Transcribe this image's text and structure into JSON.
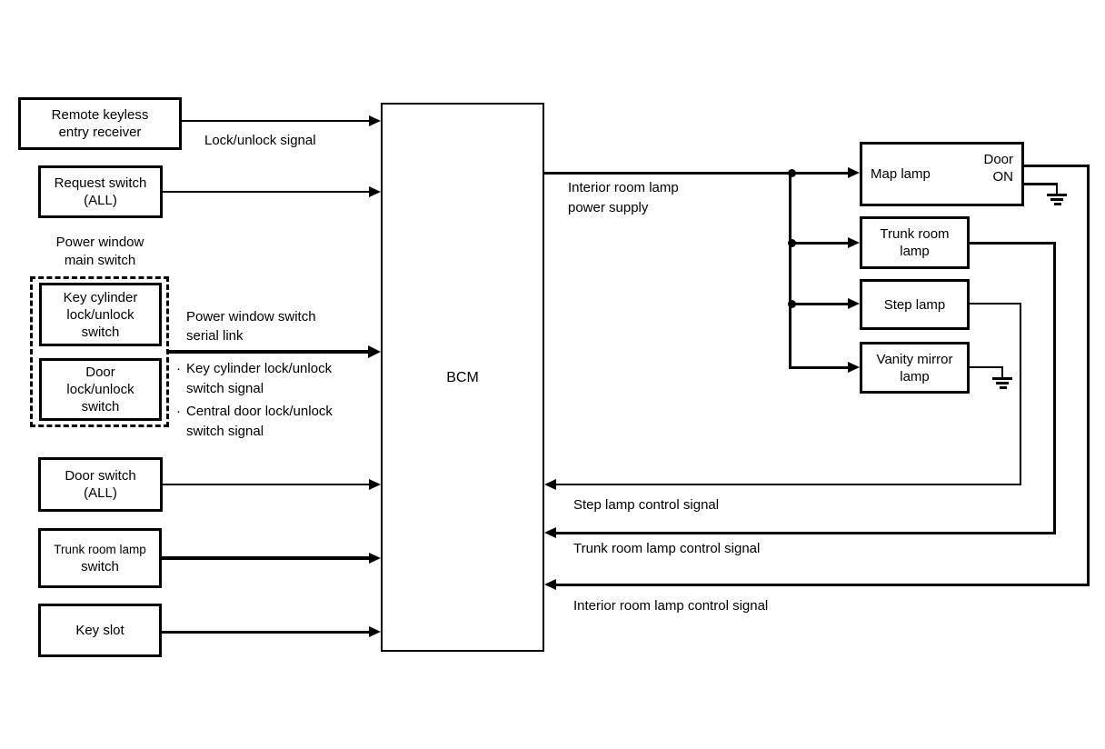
{
  "diagram": {
    "bcm_label": "BCM",
    "left_nodes": {
      "remote_keyless": "Remote keyless\nentry receiver",
      "request_switch": "Request switch\n(ALL)",
      "pw_main_switch_caption": "Power window\nmain switch",
      "key_cylinder": "Key cylinder\nlock/unlock\nswitch",
      "door_lock": "Door\nlock/unlock\nswitch",
      "door_switch": "Door switch\n(ALL)",
      "trunk_switch_line1": "Trunk room lamp",
      "trunk_switch_line2": "switch",
      "key_slot": "Key slot"
    },
    "right_nodes": {
      "map_lamp": "Map lamp",
      "door_on": "Door\nON",
      "trunk_lamp": "Trunk room\nlamp",
      "step_lamp": "Step lamp",
      "vanity_lamp": "Vanity mirror\nlamp"
    },
    "signals": {
      "bullet": "·",
      "lock_unlock": "Lock/unlock signal",
      "serial_link": "Power window switch\nserial link",
      "key_cylinder_signal": "Key cylinder lock/unlock\nswitch signal",
      "central_door_signal": "Central door lock/unlock\nswitch signal",
      "power_supply": "Interior room lamp\npower supply",
      "step_ctrl": "Step lamp control signal",
      "trunk_ctrl": "Trunk room lamp control signal",
      "interior_ctrl": "Interior room lamp control signal"
    },
    "colors": {
      "line": "#000000",
      "background": "#ffffff"
    },
    "connections": [
      {
        "from": "Remote keyless entry receiver",
        "to": "BCM",
        "label": "Lock/unlock signal"
      },
      {
        "from": "Request switch (ALL)",
        "to": "BCM",
        "label": ""
      },
      {
        "from": "Power window main switch (Key cylinder lock/unlock switch, Door lock/unlock switch)",
        "to": "BCM",
        "label": "Power window switch serial link: Key cylinder lock/unlock switch signal, Central door lock/unlock switch signal"
      },
      {
        "from": "Door switch (ALL)",
        "to": "BCM",
        "label": ""
      },
      {
        "from": "Trunk room lamp switch",
        "to": "BCM",
        "label": ""
      },
      {
        "from": "Key slot",
        "to": "BCM",
        "label": ""
      },
      {
        "from": "BCM",
        "to": "Map lamp; Trunk room lamp; Step lamp; Vanity mirror lamp",
        "label": "Interior room lamp power supply"
      },
      {
        "from": "Step lamp",
        "to": "BCM",
        "label": "Step lamp control signal"
      },
      {
        "from": "Trunk room lamp",
        "to": "BCM",
        "label": "Trunk room lamp control signal"
      },
      {
        "from": "Map lamp (Door ON)",
        "to": "BCM",
        "label": "Interior room lamp control signal"
      },
      {
        "from": "Map lamp (Door ON)",
        "to": "ground",
        "label": ""
      },
      {
        "from": "Vanity mirror lamp",
        "to": "ground",
        "label": ""
      }
    ]
  }
}
